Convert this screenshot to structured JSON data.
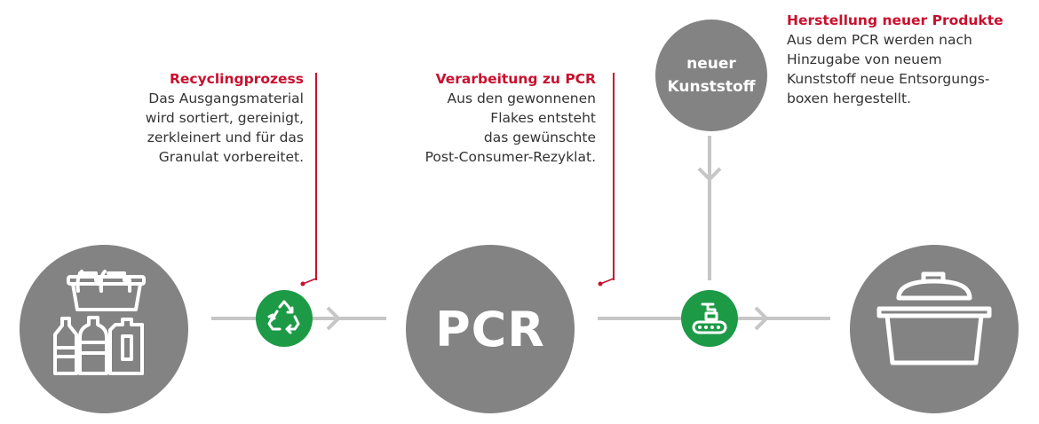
{
  "steps": {
    "recycling": {
      "title": "Recyclingprozess",
      "lines": [
        "Das Ausgangsmaterial",
        "wird sortiert, gereinigt,",
        "zerkleinert und für das",
        "Granulat vorbereitet."
      ]
    },
    "processing": {
      "title": "Verarbeitung zu PCR",
      "lines": [
        "Aus den gewonnenen",
        "Flakes entsteht",
        "das gewünschte",
        "Post-Consumer-Rezyklat."
      ]
    },
    "production": {
      "title": "Herstellung neuer Produkte",
      "lines": [
        "Aus dem PCR werden nach",
        "Hinzugabe von neuem",
        "Kunststoff neue Entsorgungs-",
        "boxen hergestellt."
      ]
    }
  },
  "nodes": {
    "pcr": "PCR",
    "new_plastic": [
      "neuer",
      "Kunststoff"
    ]
  },
  "icons": {
    "raw_material": "bottles-and-tub-icon",
    "recycle": "recycle-icon",
    "conveyor": "conveyor-robot-icon",
    "product": "lidded-box-icon"
  },
  "colors": {
    "accent_red": "#c8102e",
    "node_gray": "#838383",
    "connector_gray": "#c6c6c6",
    "process_green": "#1d9a46",
    "text": "#333333"
  }
}
